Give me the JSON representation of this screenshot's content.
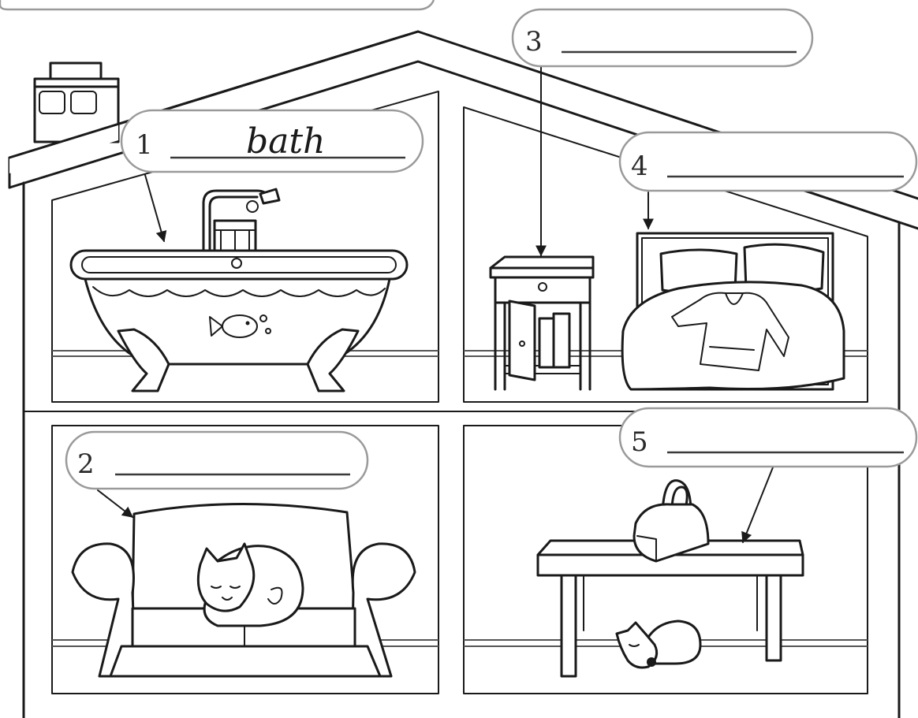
{
  "labels": [
    {
      "number": "1",
      "answer": "bath"
    },
    {
      "number": "2",
      "answer": ""
    },
    {
      "number": "3",
      "answer": ""
    },
    {
      "number": "4",
      "answer": ""
    },
    {
      "number": "5",
      "answer": ""
    }
  ]
}
